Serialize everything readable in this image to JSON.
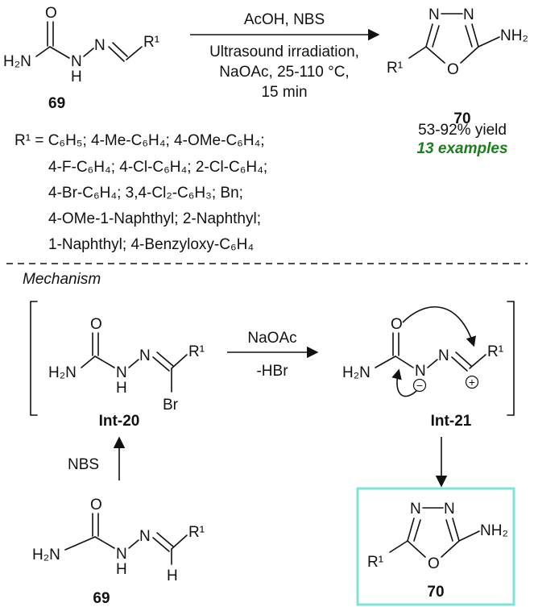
{
  "atoms": {
    "O": "O",
    "N": "N",
    "H": "H",
    "H2N": "H₂N",
    "NH2": "NH₂",
    "R1": "R¹",
    "Br": "Br",
    "minus": "−",
    "plus": "+"
  },
  "top_reaction": {
    "reactant_label": "69",
    "product_label": "70",
    "conditions": [
      "AcOH, NBS",
      "Ultrasound irradiation,",
      "NaOAc, 25-110 °C,",
      "15 min"
    ],
    "yield": "53-92% yield",
    "examples": "13 examples"
  },
  "substituents": [
    "R¹ = C₆H₅; 4-Me-C₆H₄; 4-OMe-C₆H₄;",
    "4-F-C₆H₄; 4-Cl-C₆H₄; 2-Cl-C₆H₄;",
    "4-Br-C₆H₄; 3,4-Cl₂-C₆H₃; Bn;",
    "4-OMe-1-Naphthyl; 2-Naphthyl;",
    "1-Naphthyl; 4-Benzyloxy-C₆H₄"
  ],
  "mechanism": {
    "heading": "Mechanism",
    "int20_label": "Int-20",
    "int21_label": "Int-21",
    "reagent_top": "NaOAc",
    "reagent_bottom": "-HBr",
    "nbs": "NBS",
    "start_label": "69",
    "final_label": "70"
  },
  "colors": {
    "highlight_box": "#7fe3d6",
    "examples_text": "#1a7f1a"
  }
}
